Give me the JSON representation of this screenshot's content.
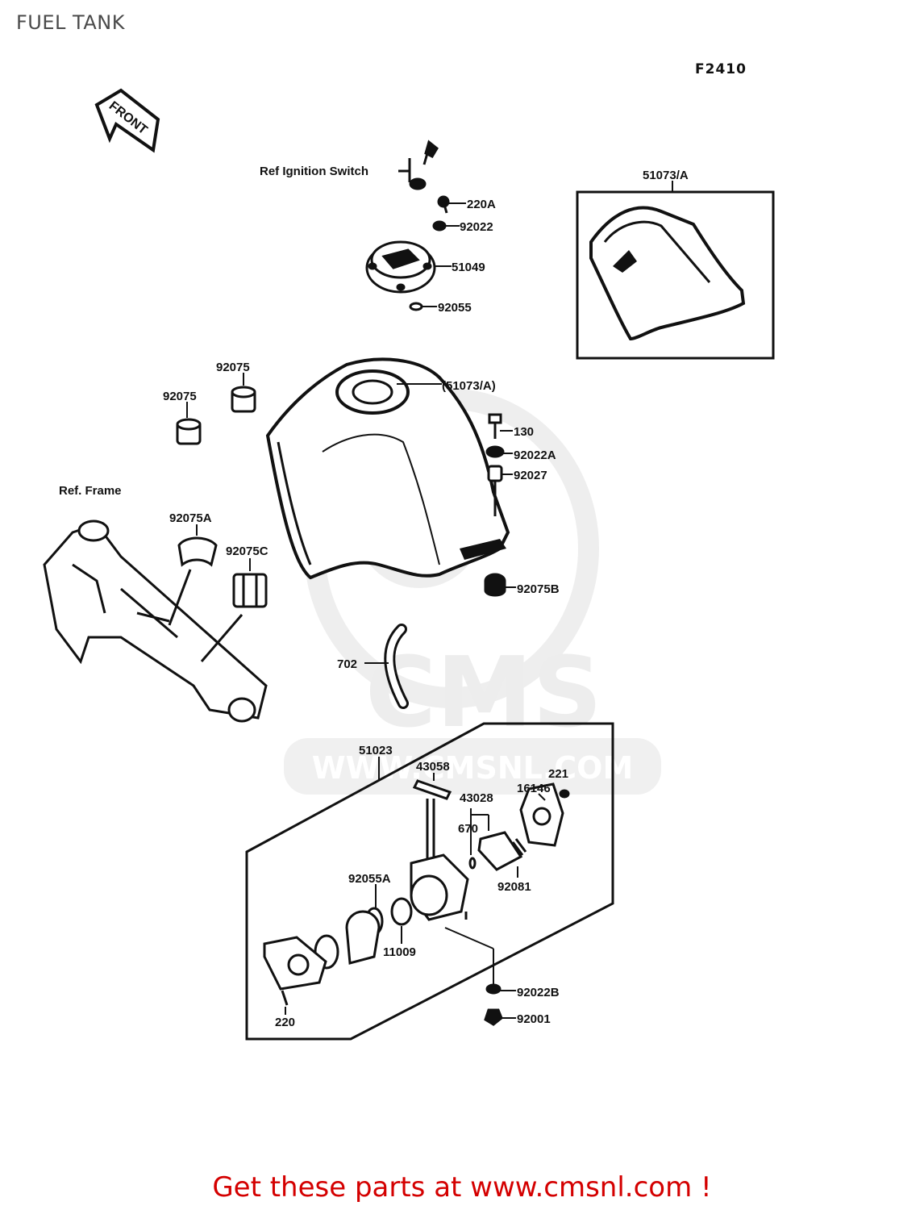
{
  "page": {
    "title": "FUEL TANK",
    "diagram_code": "F2410",
    "footer": "Get these parts at www.cmsnl.com !"
  },
  "watermark": {
    "brand": "CMS",
    "url": "WWW.CMSNL.COM"
  },
  "direction_label": "FRONT",
  "parts": [
    {
      "id": "ref-ignition-switch",
      "label": "Ref Ignition Switch"
    },
    {
      "id": "220A",
      "label": "220A"
    },
    {
      "id": "92022",
      "label": "92022"
    },
    {
      "id": "51049",
      "label": "51049"
    },
    {
      "id": "92055",
      "label": "92055"
    },
    {
      "id": "51073A-box",
      "label": "51073/A"
    },
    {
      "id": "92075-right",
      "label": "92075"
    },
    {
      "id": "92075-left",
      "label": "92075"
    },
    {
      "id": "51073A-tank",
      "label": "(51073/A)"
    },
    {
      "id": "130",
      "label": "130"
    },
    {
      "id": "92022A",
      "label": "92022A"
    },
    {
      "id": "92027",
      "label": "92027"
    },
    {
      "id": "ref-frame",
      "label": "Ref. Frame"
    },
    {
      "id": "92075A",
      "label": "92075A"
    },
    {
      "id": "92075C",
      "label": "92075C"
    },
    {
      "id": "92075B",
      "label": "92075B"
    },
    {
      "id": "702",
      "label": "702"
    },
    {
      "id": "51023",
      "label": "51023"
    },
    {
      "id": "43058",
      "label": "43058"
    },
    {
      "id": "221",
      "label": "221"
    },
    {
      "id": "16146",
      "label": "16146"
    },
    {
      "id": "43028",
      "label": "43028"
    },
    {
      "id": "670",
      "label": "670"
    },
    {
      "id": "92081",
      "label": "92081"
    },
    {
      "id": "92055A",
      "label": "92055A"
    },
    {
      "id": "11009",
      "label": "11009"
    },
    {
      "id": "92022B",
      "label": "92022B"
    },
    {
      "id": "92001",
      "label": "92001"
    },
    {
      "id": "220",
      "label": "220"
    }
  ]
}
